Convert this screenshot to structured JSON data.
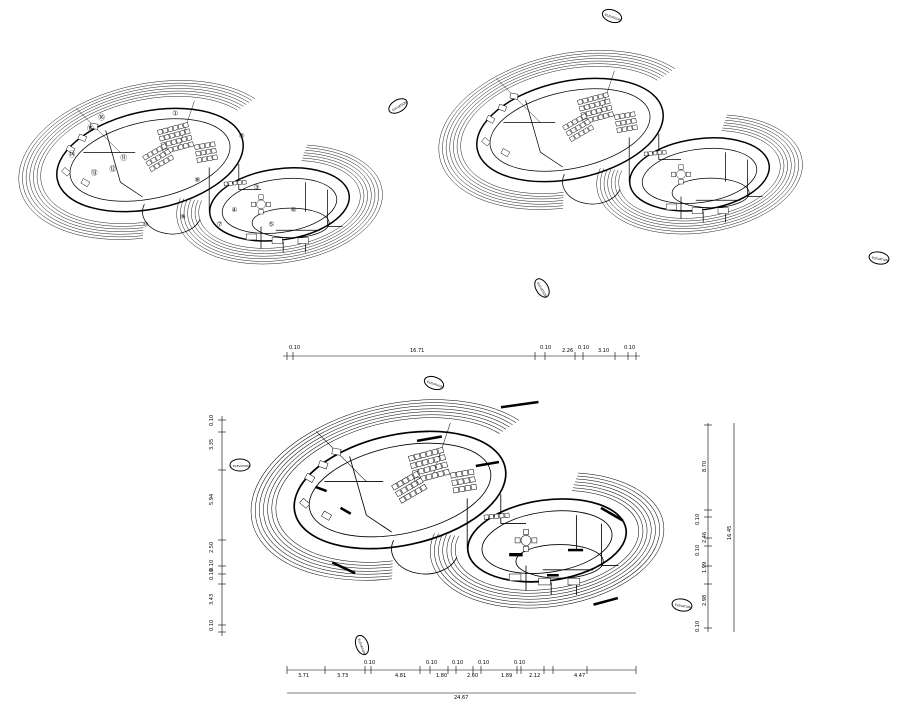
{
  "drawing": {
    "room_numbers": [
      "①",
      "②",
      "③",
      "④",
      "⑤",
      "⑥",
      "⑦",
      "⑧",
      "⑨",
      "⑩",
      "⑪",
      "⑫",
      "⑬",
      "⑭",
      "⑮",
      "⑯"
    ],
    "top_dimensions": [
      "0.10",
      "16.71",
      "0.10",
      "2.26",
      "0.10",
      "3.10",
      "0.10"
    ],
    "bottom_dimensions": [
      "3.71",
      "3.73",
      "0.10",
      "4.81",
      "0.10",
      "1.80",
      "0.10",
      "2.60",
      "0.10",
      "1.89",
      "0.10",
      "2.12",
      "4.47"
    ],
    "bottom_total": "24.67",
    "left_dimensions": [
      "0.10",
      "3.35",
      "5.94",
      "2.50",
      "0.10",
      "0.10",
      "3.43",
      "0.10"
    ],
    "right_dimensions": [
      "8.70",
      "0.10",
      "2.46",
      "0.10",
      "1.99",
      "2.98",
      "0.10"
    ],
    "right_total": "16.45",
    "tags": [
      "ELEVATION",
      "ELEVATION",
      "ELEVATION",
      "ELEVATION",
      "ELEVATION",
      "ELEVATION",
      "ELEVATION",
      "ELEVATION"
    ]
  }
}
